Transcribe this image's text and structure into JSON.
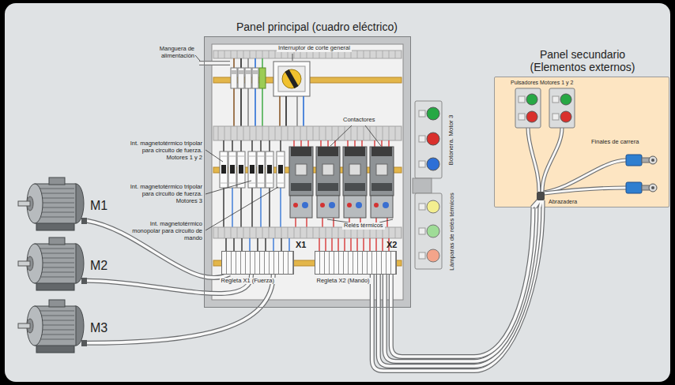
{
  "diagram": {
    "nodes": [
      {
        "text": [
          "Panel principal (cuadro eléctrico)"
        ]
      },
      {
        "text": [
          "X1",
          "Regleta X1 (Fuerza)"
        ],
        "in": 0
      },
      {
        "text": [
          "X2",
          "Regleta X2 (Mando)"
        ],
        "in": 0
      },
      {
        "text": [
          "Panel secundario (Elementos externos)"
        ]
      },
      {
        "text": [
          "M1"
        ]
      },
      {
        "text": [
          "M2"
        ]
      },
      {
        "text": [
          "M3"
        ]
      }
    ],
    "edges": [
      {
        "from": 4,
        "to": 1,
        "arrow": "none"
      },
      {
        "from": 5,
        "to": 1,
        "arrow": "none"
      },
      {
        "from": 6,
        "to": 1,
        "arrow": "none"
      },
      {
        "from": 2,
        "to": 3,
        "arrow": "none"
      }
    ],
    "labels": [
      "Manguera de alimentación",
      "Interruptor de corte general",
      "Contactores",
      "Int. magnetotérmico tripolar para circuito de fuerza. Motores 1 y 2",
      "Int. magnetotérmico tripolar para circuito de fuerza. Motores 3",
      "Int. magnetotérmico monopolar para circuito de mando",
      "Relés térmicos",
      "Botonera. Motor 3",
      "Lámparas de relés térmicos",
      "Pulsadores Motores 1 y 2",
      "Finales de carrera",
      "Abrazadera"
    ]
  }
}
